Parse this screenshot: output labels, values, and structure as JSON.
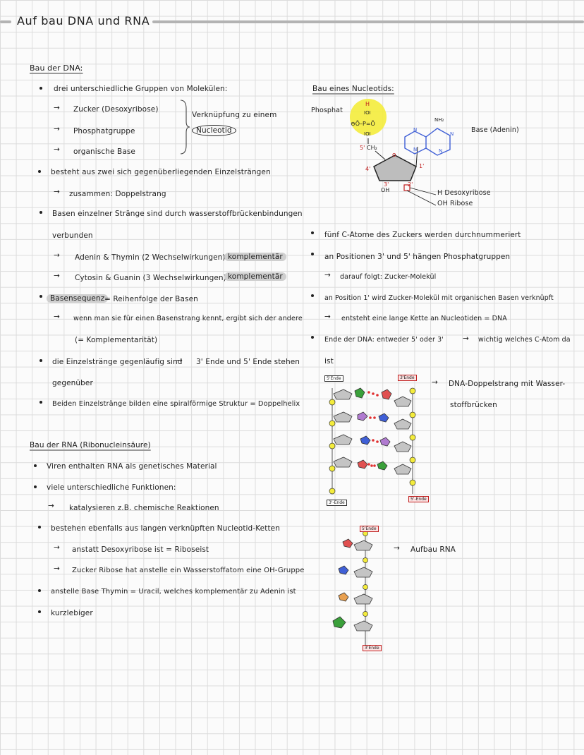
{
  "title": "Auf bau DNA und RNA",
  "left": {
    "dna_heading": "Bau der DNA:",
    "dna_lines": [
      "drei unterschiedliche Gruppen von Molekülen:",
      "Zucker (Desoxyribose)",
      "Phosphatgruppe",
      "organische Base",
      "Verknüpfung zu einem",
      "Nucleotid",
      "besteht aus zwei sich gegenüberliegenden Einzelsträngen",
      "zusammen: Doppelstrang",
      "Basen einzelner Stränge sind durch wasserstoffbrückenbindungen",
      "verbunden",
      "Adenin & Thymin (2 Wechselwirkungen)",
      "komplementär",
      "Cytosin & Guanin (3 Wechselwirkungen)",
      "komplementär",
      "Basensequenz",
      "= Reihenfolge der Basen",
      "wenn man sie für einen Basenstrang kennt, ergibt sich der andere",
      "(= Komplementarität)",
      "die Einzelstränge gegenläufig sind",
      "3' Ende und 5' Ende stehen",
      "gegenüber",
      "Beiden Einzelstränge bilden eine spiralförmige Struktur = Doppelhelix"
    ],
    "rna_heading": "Bau der RNA (Ribonucleinsäure)",
    "rna_lines": [
      "Viren enthalten RNA als genetisches Material",
      "viele unterschiedliche Funktionen:",
      "katalysieren z.B. chemische Reaktionen",
      "bestehen ebenfalls aus langen verknüpften Nucleotid-Ketten",
      "anstatt Desoxyribose ist = Riboseist",
      "Zucker Ribose hat anstelle ein Wasserstoffatom eine OH-Gruppe",
      "anstelle Base Thymin = Uracil, welches komplementär zu Adenin ist",
      "kurzlebiger"
    ]
  },
  "right": {
    "nucleotide_heading": "Bau eines Nucleotids:",
    "phosphat_label": "Phosphat",
    "base_label": "Base (Adenin)",
    "desoxy_label": "H  Desoxyribose",
    "ribose_label": "OH  Ribose",
    "lines": [
      "fünf C-Atome des Zuckers werden durchnummeriert",
      "an Positionen 3' und 5' hängen Phosphatgruppen",
      "darauf folgt: Zucker-Molekül",
      "an Position 1' wird Zucker-Molekül mit organischen Basen verknüpft",
      "entsteht eine lange Kette an Nucleotiden = DNA",
      "Ende der DNA: entweder 5' oder 3'",
      "wichtig welches C-Atom da",
      "ist"
    ],
    "dna_caption_1": "DNA-Doppelstrang mit Wasser-",
    "dna_caption_2": "stoffbrücken",
    "rna_caption": "Aufbau RNA",
    "end5": "5'Ende",
    "end3": "3'Ende",
    "end5b": "5'-Ende",
    "end3b": "3'-Ende"
  },
  "colors": {
    "phosphate_yellow": "#f4ec3c",
    "adenine_blue": "#3f5fd6",
    "thymine_purple": "#b07ad0",
    "cytosine_red": "#e05050",
    "guanine_green": "#3aa03a",
    "uracil_orange": "#e8a050"
  }
}
